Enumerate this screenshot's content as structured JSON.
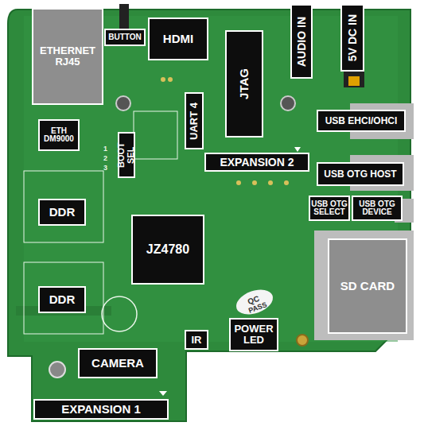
{
  "diagram": {
    "nodes": [
      {
        "text": [
          "ETHERNET RJ45"
        ]
      },
      {
        "text": [
          "BUTTON"
        ]
      },
      {
        "text": [
          "HDMI"
        ]
      },
      {
        "text": [
          "JTAG"
        ]
      },
      {
        "text": [
          "AUDIO IN"
        ]
      },
      {
        "text": [
          "5V DC IN"
        ]
      },
      {
        "text": [
          "ETH DM9000"
        ]
      },
      {
        "text": [
          "BOOT SEL"
        ]
      },
      {
        "text": [
          "UART 4"
        ]
      },
      {
        "text": [
          "USB EHCI/OHCI"
        ]
      },
      {
        "text": [
          "EXPANSION 2"
        ]
      },
      {
        "text": [
          "USB OTG HOST"
        ]
      },
      {
        "text": [
          "DDR"
        ]
      },
      {
        "text": [
          "USB OTG SELECT"
        ]
      },
      {
        "text": [
          "USB OTG DEVICE"
        ]
      },
      {
        "text": [
          "JZ4780"
        ]
      },
      {
        "text": [
          "SD CARD"
        ]
      },
      {
        "text": [
          "DDR"
        ]
      },
      {
        "text": [
          "IR"
        ]
      },
      {
        "text": [
          "POWER LED"
        ]
      },
      {
        "text": [
          "CAMERA"
        ]
      },
      {
        "text": [
          "EXPANSION 1"
        ]
      }
    ],
    "labels": [
      "QC",
      "PASS",
      "1",
      "2",
      "3"
    ]
  }
}
